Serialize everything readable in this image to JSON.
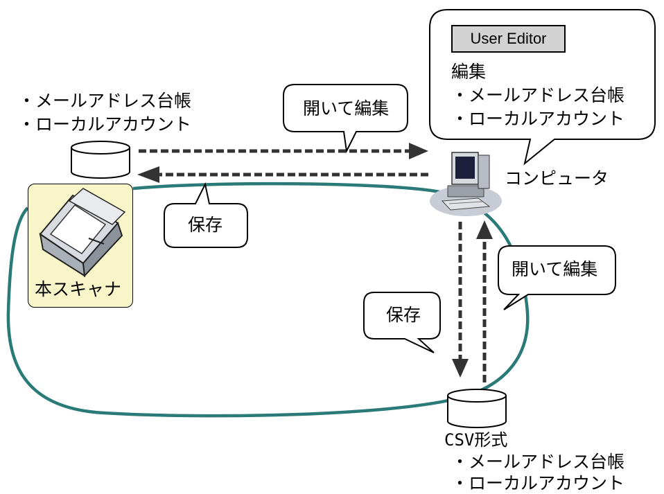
{
  "diagram": {
    "scanner": {
      "label": "本スキャナ"
    },
    "scanner_data": {
      "items": [
        "・メールアドレス台帳",
        "・ローカルアカウント"
      ]
    },
    "computer": {
      "label": "コンピュータ"
    },
    "user_editor_bubble": {
      "app_button": "User Editor",
      "heading": "編集",
      "items": [
        "・メールアドレス台帳",
        "・ローカルアカウント"
      ]
    },
    "callouts": {
      "open_edit_top": "開いて編集",
      "save_left": "保存",
      "open_edit_right": "開いて編集",
      "save_right": "保存"
    },
    "csv": {
      "title": "CSV形式",
      "items": [
        "・メールアドレス台帳",
        "・ローカルアカウント"
      ]
    },
    "colors": {
      "loop": "#2a7a78",
      "arrow": "#333333",
      "scanner_bg": "#f8f6c8",
      "button_bg": "#d3d3d3"
    }
  }
}
